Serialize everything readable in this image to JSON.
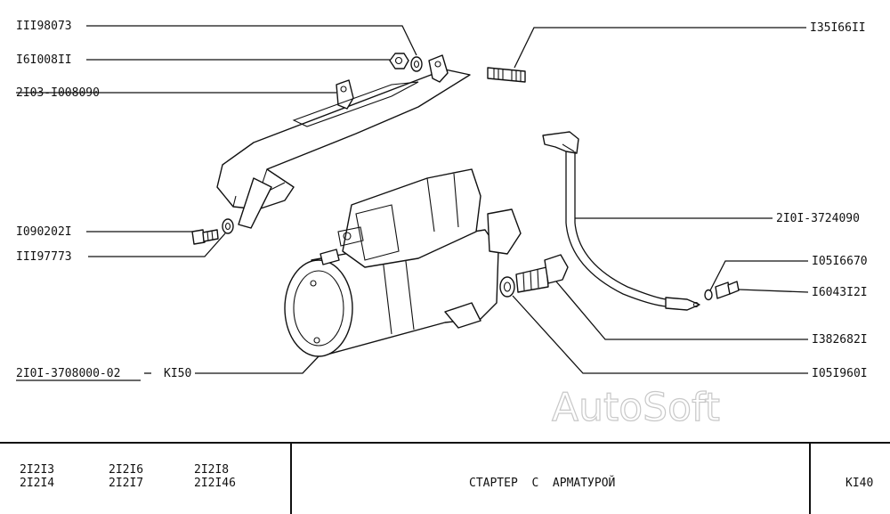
{
  "parts": {
    "p1": "III98073",
    "p2": "I6I008II",
    "p3": "2I03-I008090",
    "p4": "I090202I",
    "p5": "III97773",
    "p6": "2I0I-3708000-02",
    "p6b": "KI50",
    "p7": "I35I66II",
    "p8": "2I0I-3724090",
    "p9": "I05I6670",
    "p10": "I6043I2I",
    "p11": "I382682I",
    "p12": "I05I960I"
  },
  "watermark": "AutoSoft",
  "footer": {
    "models": [
      "2I2I3",
      "2I2I6",
      "2I2I8",
      "2I2I4",
      "2I2I7",
      "2I2I46"
    ],
    "title": "СТАРТЕР  С  АРМАТУРОЙ",
    "code": "KI40"
  }
}
